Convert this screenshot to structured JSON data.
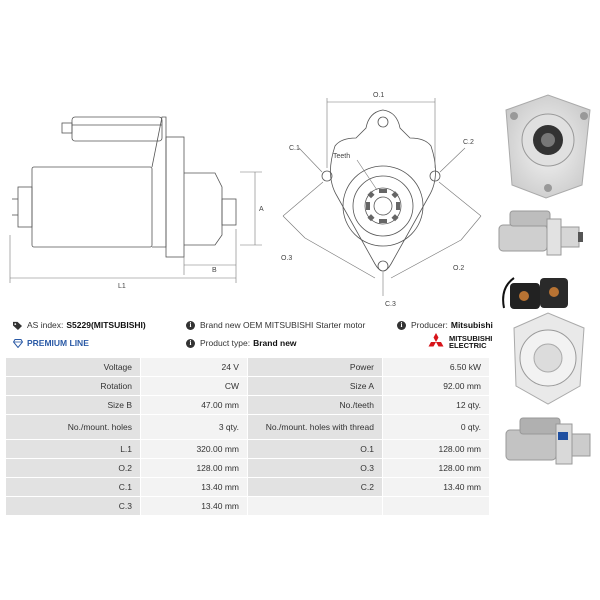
{
  "diagram": {
    "labels": {
      "a": "A",
      "b": "B",
      "l1": "L1",
      "o1": "O.1",
      "o2": "O.2",
      "o3": "O.3",
      "c1": "C.1",
      "c2": "C.2",
      "c3": "C.3",
      "teeth": "Teeth"
    }
  },
  "info": {
    "as_index_label": "AS index:",
    "as_index_value": "S5229(MITSUBISHI)",
    "desc": "Brand new OEM MITSUBISHI Starter motor",
    "producer_label": "Producer:",
    "producer_value": "Mitsubishi",
    "premium_line": "PREMIUM LINE",
    "product_type_label": "Product type:",
    "product_type_value": "Brand new"
  },
  "brand": {
    "line1": "MITSUBISHI",
    "line2": "ELECTRIC"
  },
  "specs": {
    "rows": [
      {
        "k1": "Voltage",
        "v1": "24 V",
        "k2": "Power",
        "v2": "6.50 kW"
      },
      {
        "k1": "Rotation",
        "v1": "CW",
        "k2": "Size A",
        "v2": "92.00 mm"
      },
      {
        "k1": "Size B",
        "v1": "47.00 mm",
        "k2": "No./teeth",
        "v2": "12 qty."
      },
      {
        "k1": "No./mount. holes",
        "v1": "3 qty.",
        "k2": "No./mount. holes with thread",
        "v2": "0 qty."
      },
      {
        "k1": "L.1",
        "v1": "320.00 mm",
        "k2": "O.1",
        "v2": "128.00 mm"
      },
      {
        "k1": "O.2",
        "v1": "128.00 mm",
        "k2": "O.3",
        "v2": "128.00 mm"
      },
      {
        "k1": "C.1",
        "v1": "13.40 mm",
        "k2": "C.2",
        "v2": "13.40 mm"
      },
      {
        "k1": "C.3",
        "v1": "13.40 mm",
        "k2": "",
        "v2": ""
      }
    ]
  },
  "colors": {
    "accent": "#2b5aa6",
    "brand_red": "#d7141a",
    "table_key": "#e2e2e2",
    "table_val": "#f3f3f3"
  }
}
